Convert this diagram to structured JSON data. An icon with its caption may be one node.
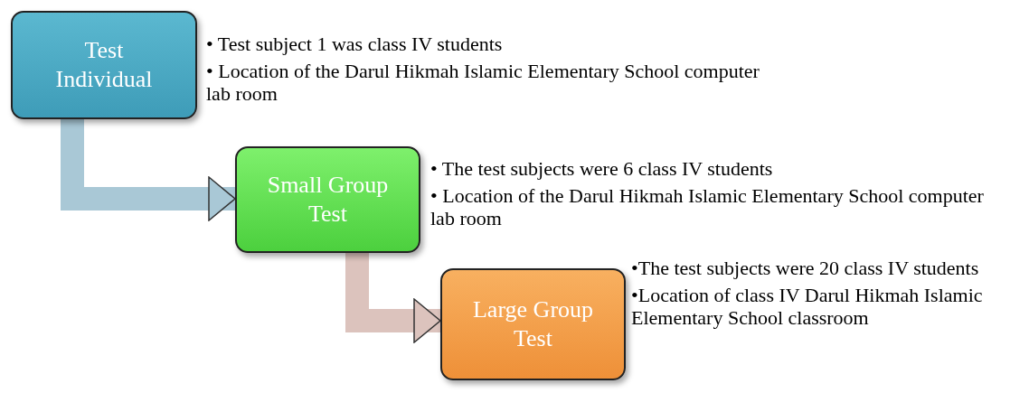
{
  "diagram": {
    "nodes": [
      {
        "text": [
          "Test Individual"
        ],
        "beside": [
          "• Test subject 1 was class IV students",
          "• Location of the Darul Hikmah Islamic Elementary School computer lab room"
        ]
      },
      {
        "text": [
          "Small Group Test"
        ],
        "beside": [
          "• The test subjects were 6 class IV students",
          "• Location of the Darul Hikmah Islamic Elementary School computer lab room"
        ]
      },
      {
        "text": [
          "Large Group Test"
        ],
        "beside": [
          "•The test subjects were 20 class IV students",
          "•Location of class IV Darul Hikmah Islamic Elementary School classroom"
        ]
      }
    ],
    "edges": [
      {
        "from": 0,
        "to": 1,
        "arrow": "to"
      },
      {
        "from": 1,
        "to": 2,
        "arrow": "to"
      }
    ]
  }
}
